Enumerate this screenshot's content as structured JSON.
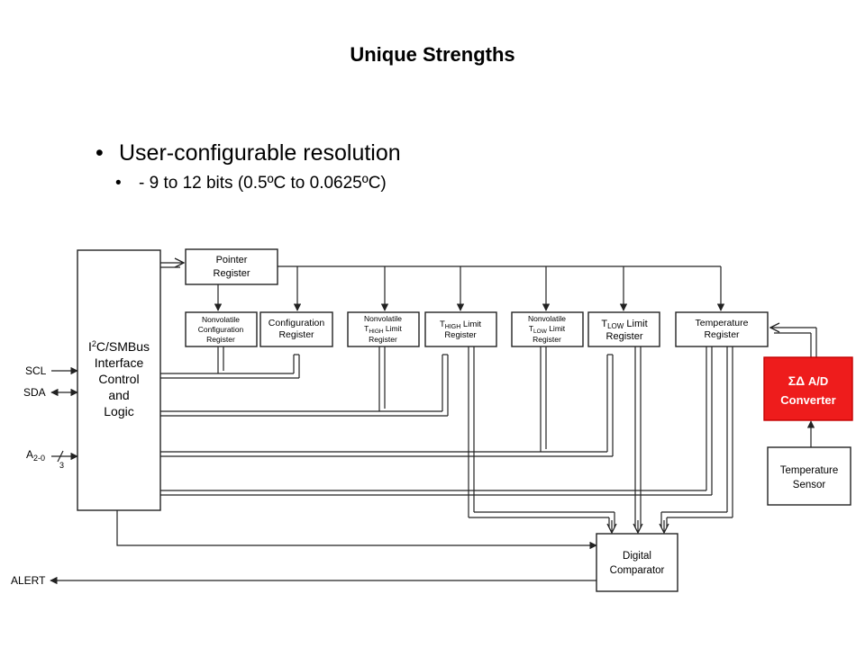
{
  "slide": {
    "title": "Unique Strengths",
    "bullet1": "User-configurable resolution",
    "bullet2": "- 9 to 12 bits (0.5ºC to 0.0625ºC)"
  },
  "diagram": {
    "interface_block": {
      "line1_prefix": "I",
      "line1_sup": "2",
      "line1_rest": "C/SMBus",
      "line2": "Interface",
      "line3": "Control",
      "line4": "and",
      "line5": "Logic"
    },
    "pointer": {
      "line1": "Pointer",
      "line2": "Register"
    },
    "nv_config": {
      "line1": "Nonvolatile",
      "line2": "Configuration",
      "line3": "Register"
    },
    "config": {
      "line1": "Configuration",
      "line2": "Register"
    },
    "nv_thigh": {
      "line1": "Nonvolatile",
      "line2_main": "T",
      "line2_sub": "HIGH",
      "line2_rest": " Limit",
      "line3": "Register"
    },
    "thigh": {
      "line1_main": "T",
      "line1_sub": "HIGH",
      "line1_rest": " Limit",
      "line2": "Register"
    },
    "nv_tlow": {
      "line1": "Nonvolatile",
      "line2_main": "T",
      "line2_sub": "LOW",
      "line2_rest": " Limit",
      "line3": "Register"
    },
    "tlow": {
      "line1_main": "T",
      "line1_sub": "LOW",
      "line1_rest": " Limit",
      "line2": "Register"
    },
    "temp_reg": {
      "line1": "Temperature",
      "line2": "Register"
    },
    "adc": {
      "line1_sym": "ΣΔ",
      "line1_rest": " A/D",
      "line2": "Converter"
    },
    "sensor": {
      "line1": "Temperature",
      "line2": "Sensor"
    },
    "comparator": {
      "line1": "Digital",
      "line2": "Comparator"
    },
    "signals": {
      "scl": "SCL",
      "sda": "SDA",
      "addr_main": "A",
      "addr_sub": "2-0",
      "addr_bus": "3",
      "alert": "ALERT"
    },
    "colors": {
      "highlight": "#ee1c1c",
      "line": "#222222"
    }
  }
}
